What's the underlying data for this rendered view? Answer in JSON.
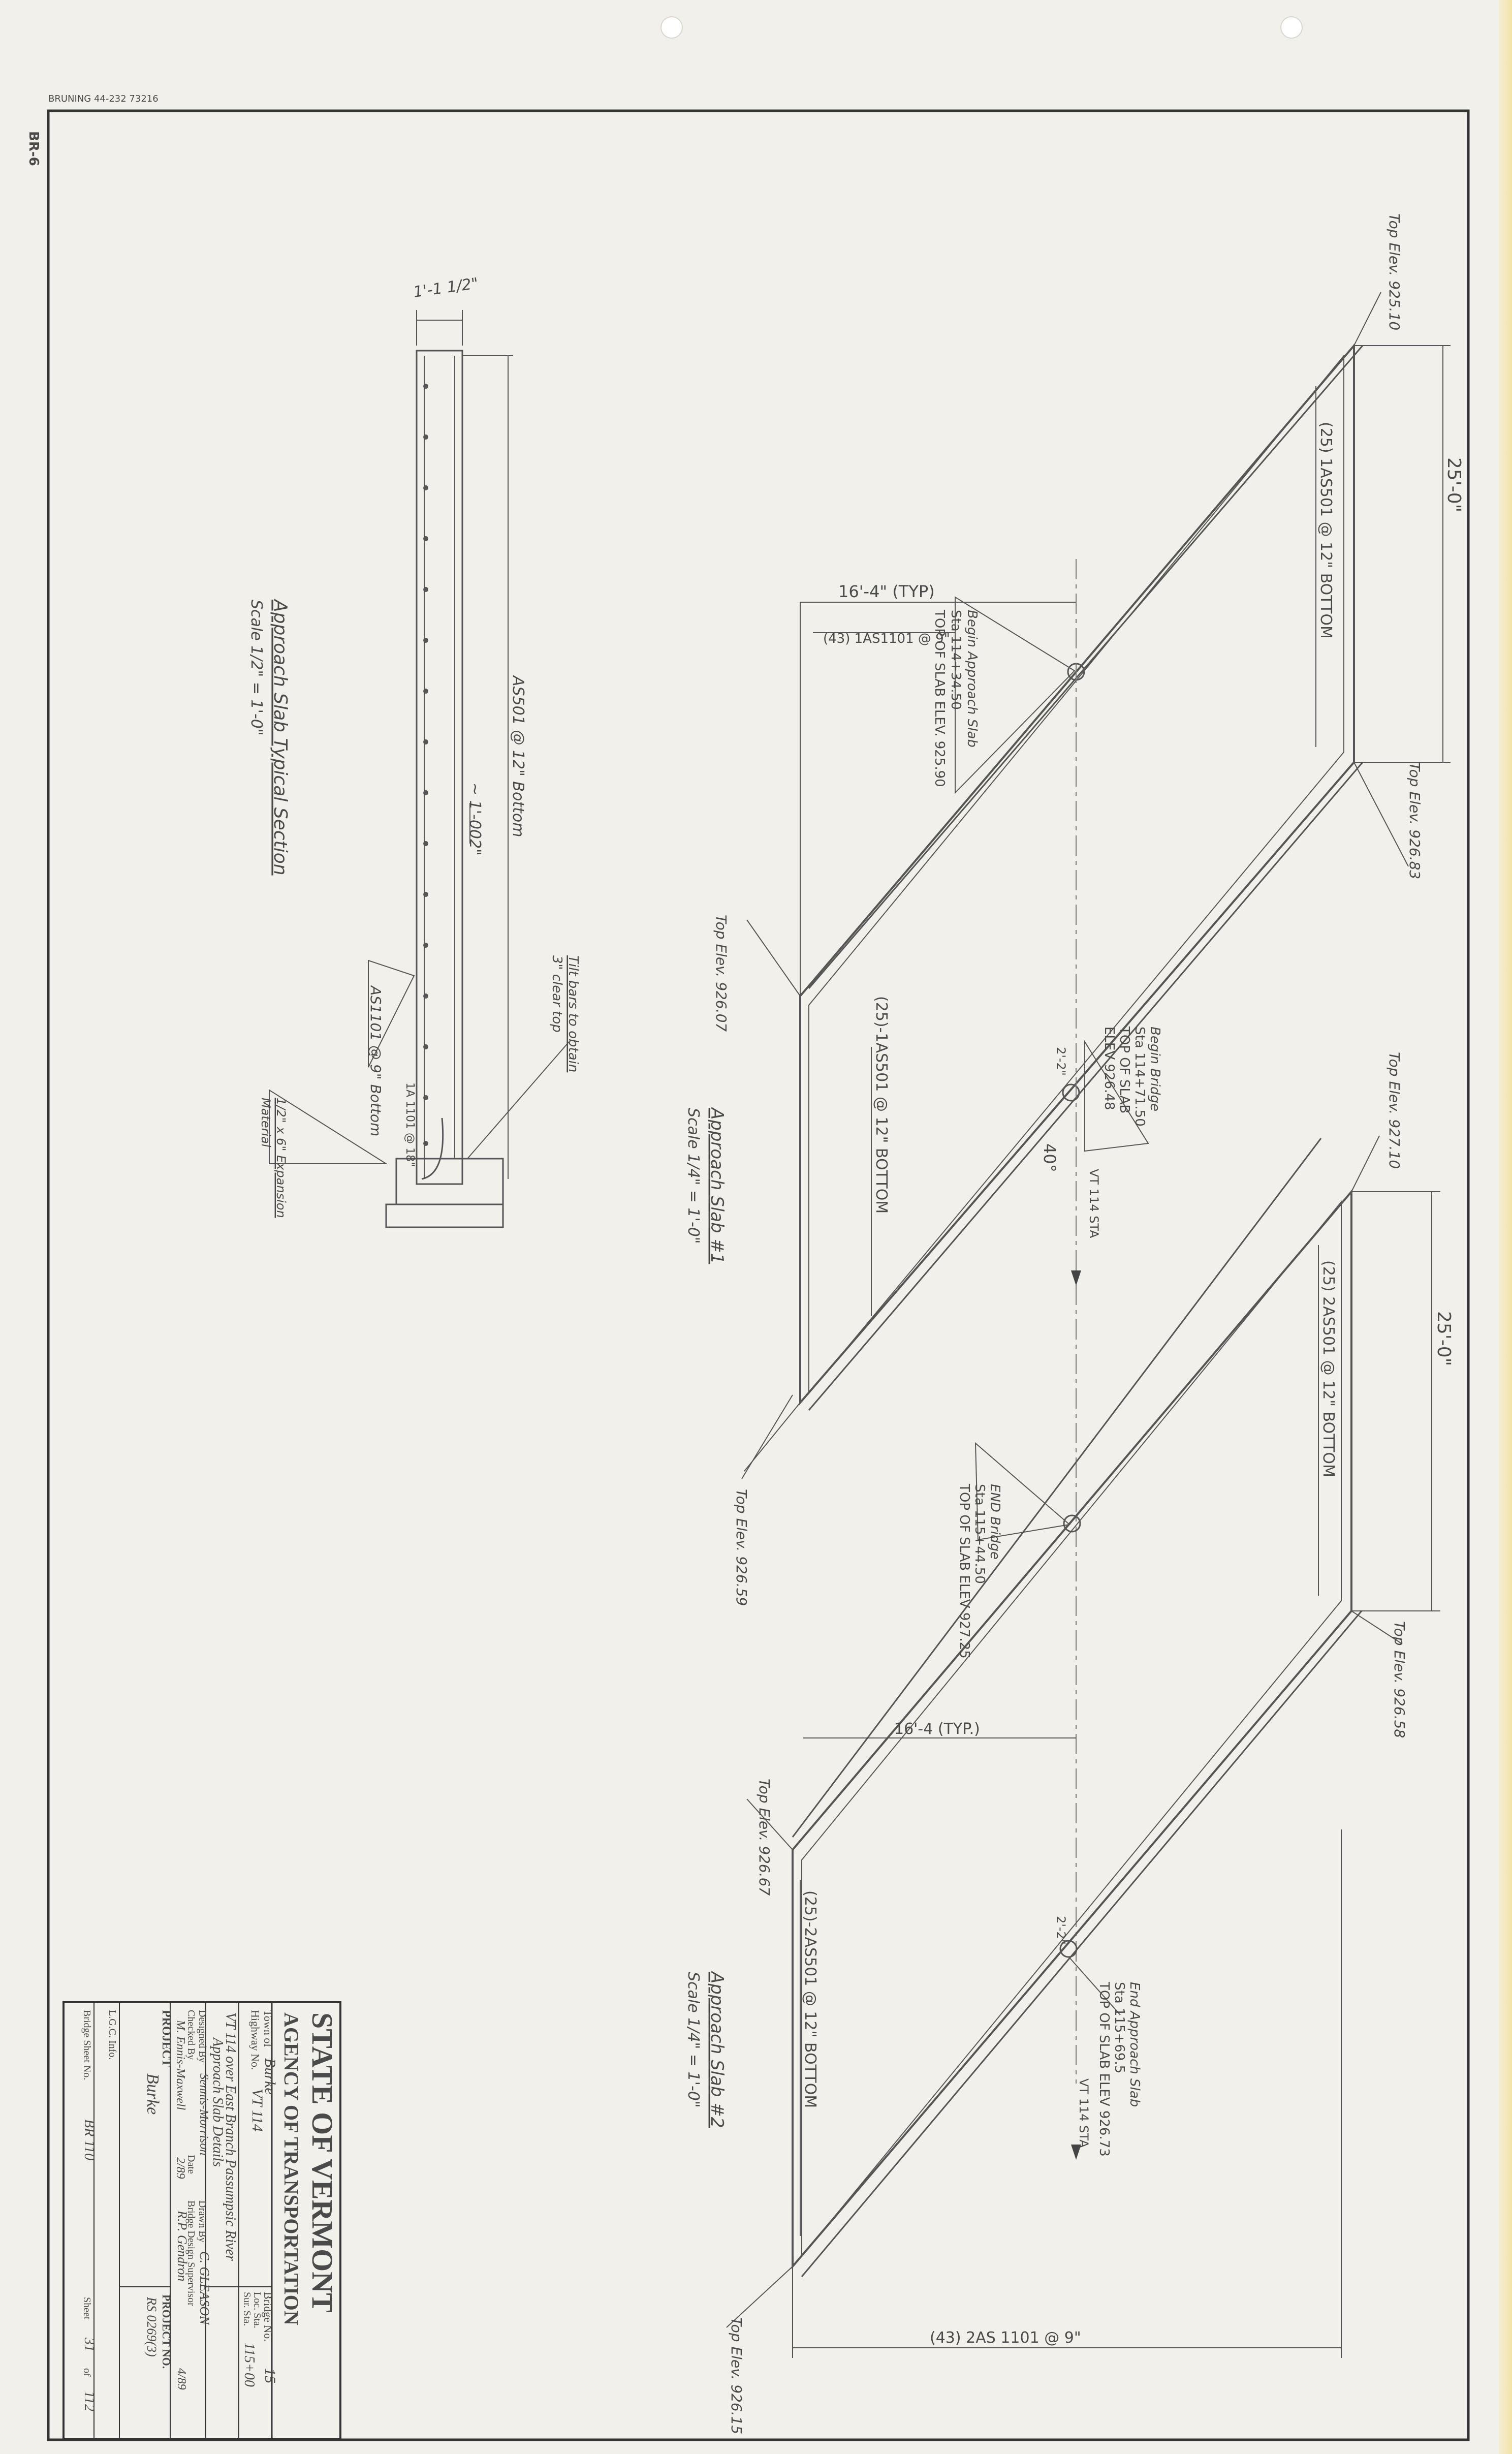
{
  "sheet_header": {
    "stock": "BRUNING 44-232 73216",
    "corner": "BR-6"
  },
  "slab1": {
    "label": "Approach Slab #1",
    "scale": "Scale 1/4\" = 1'-0\"",
    "top_elev_upper": "Top Elev. 925.10",
    "top_elev_right": "Top Elev. 926.83",
    "top_elev_left": "Top Elev. 926.07",
    "dim_length": "25'-0\"",
    "dim_width_typ": "16'-4\" (TYP)",
    "rebar_bottom_upper": "(25) 1AS501 @ 12\" BOTTOM",
    "rebar_top": "(43) 1AS1101 @ 9\"",
    "rebar_bottom_lower": "(25)-1AS501 @ 12\" BOTTOM",
    "begin_approach": [
      "Begin Approach Slab",
      "Sta 114+34.50",
      "TOP OF SLAB ELEV. 925.90"
    ],
    "begin_bridge": [
      "Begin Bridge",
      "Sta 114+71.50",
      "TOP OF SLAB",
      "ELEV 926.48"
    ],
    "skew_angle": "40°",
    "offset": "2'-2\"",
    "centerline": "VT 114 STA"
  },
  "slab2": {
    "label": "Approach Slab #2",
    "scale": "Scale 1/4\" = 1'-0\"",
    "top_elev_upper": "Top Elev. 927.10",
    "top_elev_right": "Top Elev. 926.58",
    "top_elev_left": "Top Elev. 926.67",
    "top_elev_mid": "Top Elev. 926.59",
    "top_elev_end": "Top Elev. 926.15",
    "dim_length": "25'-0\"",
    "dim_width_typ": "16'-4 (TYP.)",
    "rebar_bottom_upper": "(25) 2AS501 @ 12\" BOTTOM",
    "rebar_bottom_lower": "(25)-2AS501 @ 12\" BOTTOM",
    "rebar_top": "(43) 2AS 1101 @ 9\"",
    "end_bridge": [
      "END Bridge",
      "Sta 115+44.50",
      "TOP OF SLAB ELEV 927.25"
    ],
    "end_approach": [
      "End Approach Slab",
      "Sta 115+69.5",
      "TOP OF SLAB ELEV 926.73"
    ],
    "offset": "2'-2\"",
    "centerline": "VT 114 STA"
  },
  "typical_section": {
    "title": "Approach Slab Typical Section",
    "scale": "Scale 1/2\" = 1'-0\"",
    "depth": "1'-1 1/2\"",
    "width": "~ 1'-002\"",
    "rebar_bottom": "AS501 @ 12\" Bottom",
    "rebar_long": "AS1101 @ 9\" Bottom",
    "rebar_side": "1A 1101 @ 18\"",
    "note_tilt": [
      "Tilt bars to obtain",
      "3\" clear top"
    ],
    "note_joint": [
      "1/2\" x 6\" Expansion",
      "Material"
    ]
  },
  "title_block": {
    "agency_line1": "STATE OF VERMONT",
    "agency_line2": "AGENCY OF TRANSPORTATION",
    "town_label": "Town of",
    "town": "Burke",
    "bridge_label": "Bridge No.",
    "bridge_no": "15",
    "highway_label": "Highway No.",
    "highway": "VT 114",
    "loc_label": "Loc. Sta.",
    "sta_label": "Sur. Sta.",
    "sta": "115+00",
    "over": "VT 114 over East Branch Passumpsic River",
    "drawing_title": "Approach Slab Details",
    "designed_label": "Designed By",
    "designed": "Sennis-Morrison",
    "drawn_label": "Drawn By",
    "drawn": "C. GLEASON",
    "checked_label": "Checked By",
    "checked": "M. Ennis-Maxwell",
    "date_label": "Date",
    "date1": "2/89",
    "supervisor_label": "Bridge Design Supervisor",
    "supervisor": "R.P. Gendron",
    "date2": "4/89",
    "project_label": "PROJECT",
    "project": "Burke",
    "project_no_label": "PROJECT NO.",
    "project_no": "RS 0269(3)",
    "lgc_label": "L.G.C. Info.",
    "sheet_no_label": "Bridge Sheet No.",
    "sheet_no": "BR 110",
    "sheet_label": "Sheet",
    "sheet": "31",
    "of_label": "of",
    "total": "112"
  }
}
